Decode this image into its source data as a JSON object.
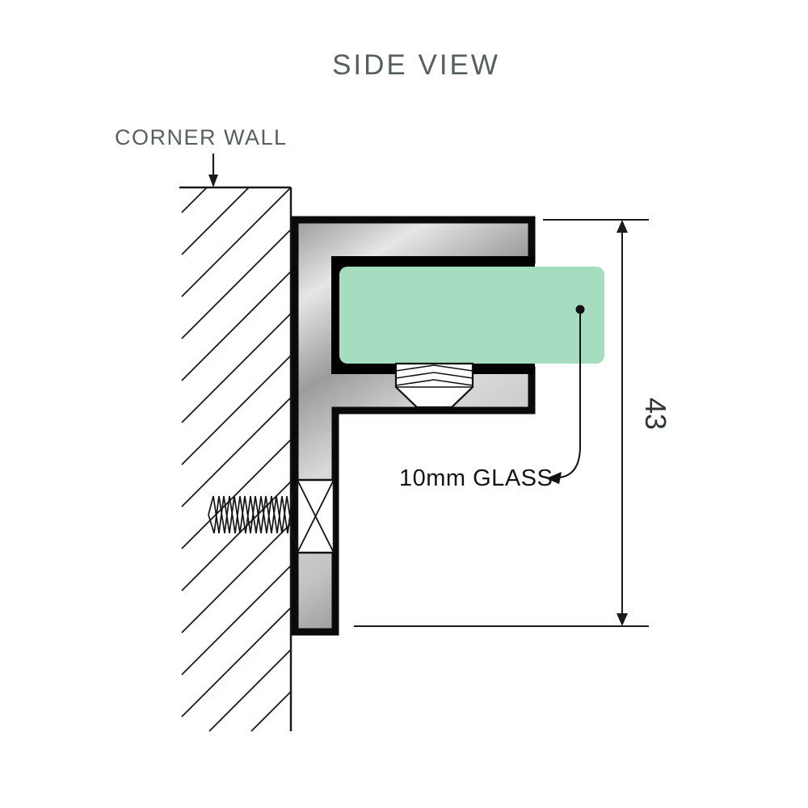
{
  "diagram": {
    "title": "SIDE VIEW",
    "labels": {
      "corner_wall": "CORNER WALL",
      "glass": "10mm GLASS",
      "dimension_43": "43"
    },
    "colors": {
      "glass_green": "#a6dcc0",
      "metal_gray": "#b5b5b5",
      "slot_black": "#000000",
      "outline_black": "#0a0a0a",
      "label_gray": "#575e61",
      "text_black": "#151515"
    }
  }
}
